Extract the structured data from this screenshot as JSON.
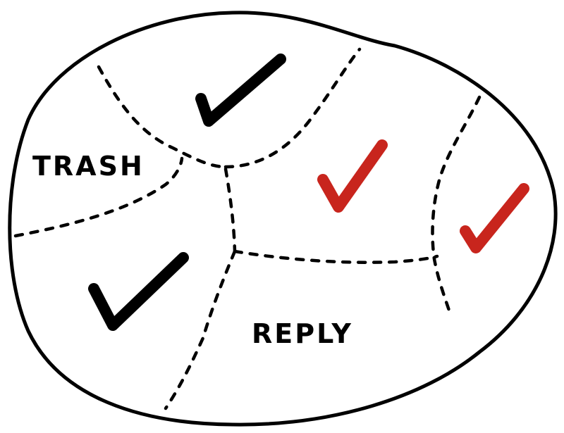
{
  "labels": {
    "trash": "TRASH",
    "reply": "REPLY"
  },
  "checks": [
    {
      "region": "top-center",
      "color": "#000000"
    },
    {
      "region": "center-right",
      "color": "#c8251d"
    },
    {
      "region": "far-right",
      "color": "#c8251d"
    },
    {
      "region": "bottom-left",
      "color": "#000000"
    }
  ],
  "colors": {
    "outline": "#000000",
    "divider": "#000000",
    "check_black": "#000000",
    "check_red": "#c8251d"
  }
}
